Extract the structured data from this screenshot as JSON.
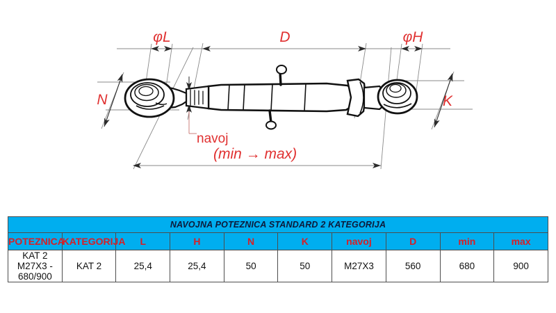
{
  "diagram": {
    "title": "threaded-tie-rod-dimension-drawing",
    "label_color": "#e03030",
    "line_color": "#808080",
    "part_color": "#000000",
    "labels": {
      "phi_l": "φL",
      "phi_h": "φH",
      "d": "D",
      "n": "N",
      "k": "K",
      "navoj": "navoj",
      "min_max": "(min → max)"
    }
  },
  "table": {
    "title": "NAVOJNA POTEZNICA STANDARD 2 KATEGORIJA",
    "header_bg": "#00aeef",
    "header_text_color": "#d81f26",
    "title_text_color": "#0d1a3a",
    "columns": [
      "POTEZNICA",
      "KATEGORIJA",
      "L",
      "H",
      "N",
      "K",
      "navoj",
      "D",
      "min",
      "max"
    ],
    "rows": [
      {
        "poteznica": "KAT 2  M27X3 - 680/900",
        "kategorija": "KAT 2",
        "l": "25,4",
        "h": "25,4",
        "n": "50",
        "k": "50",
        "navoj": "M27X3",
        "d": "560",
        "min": "680",
        "max": "900"
      }
    ]
  }
}
